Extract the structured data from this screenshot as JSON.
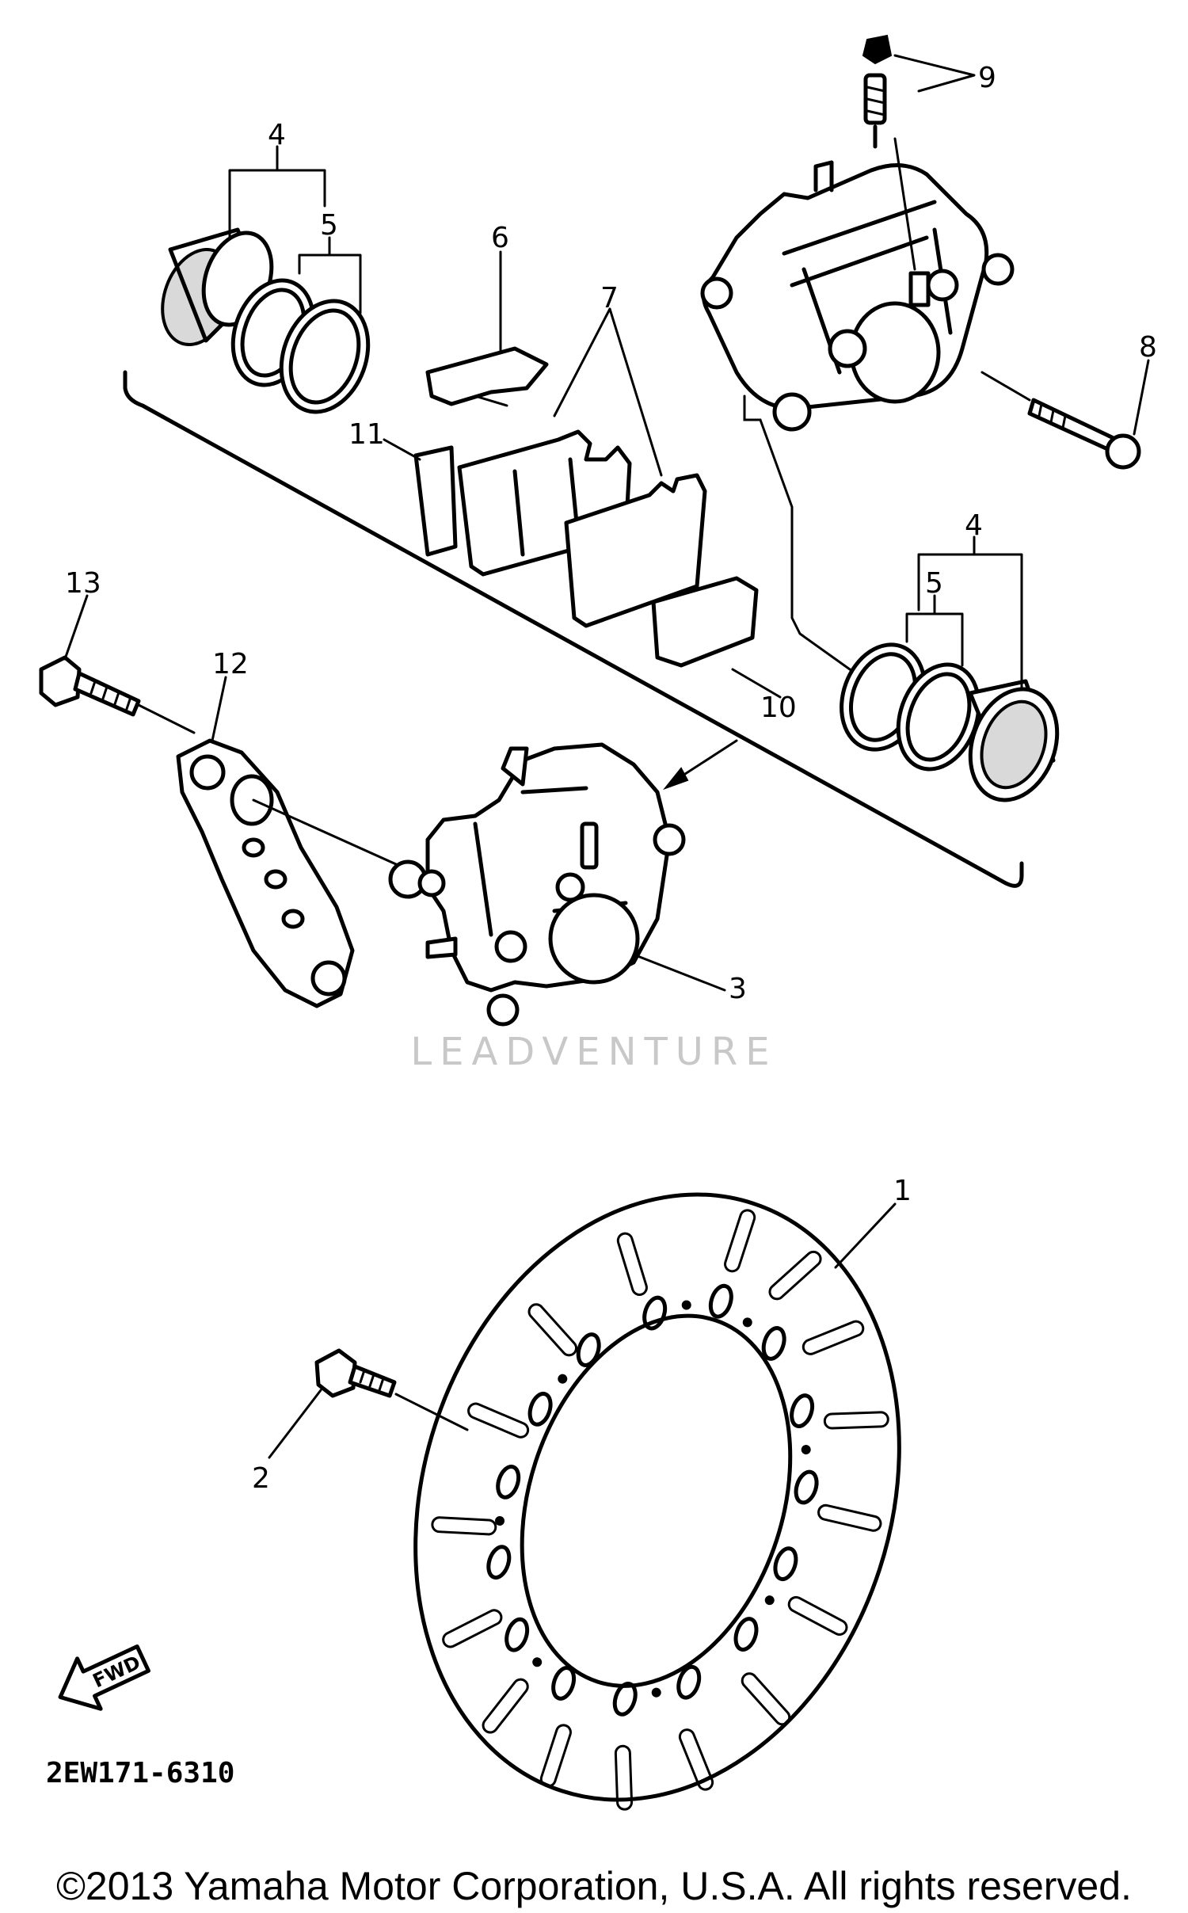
{
  "diagram": {
    "callouts": [
      "1",
      "2",
      "3",
      "4",
      "5",
      "6",
      "7",
      "8",
      "9",
      "10",
      "11",
      "12",
      "13",
      "4",
      "5"
    ],
    "watermark": "LEADVENTURE",
    "fwd_label": "FWD",
    "diagram_code": "2EW171-6310",
    "copyright": "©2013 Yamaha Motor Corporation, U.S.A. All rights reserved."
  }
}
